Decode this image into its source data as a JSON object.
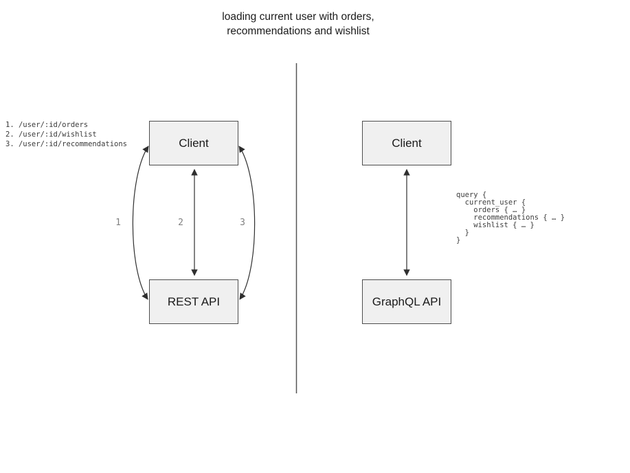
{
  "title": {
    "line1": "loading current user with orders,",
    "line2": "recommendations and wishlist"
  },
  "rest_panel": {
    "endpoints": [
      "1. /user/:id/orders",
      "2. /user/:id/wishlist",
      "3. /user/:id/recommendations"
    ],
    "client_node_label": "Client",
    "api_node_label": "REST API",
    "arrow_labels": [
      "1",
      "2",
      "3"
    ]
  },
  "graphql_panel": {
    "client_node_label": "Client",
    "api_node_label": "GraphQL API",
    "query_lines": [
      "query {",
      "  current_user {",
      "    orders { … }",
      "    recommendations { … }",
      "    wishlist { … }",
      "  }",
      "}"
    ]
  },
  "colors": {
    "node_fill": "#f0f0f0",
    "node_border": "#4d4d4d",
    "arrow": "#2f2f2f",
    "divider": "#555555",
    "arrow_label_gray": "#808080",
    "code_text": "#3d3d3d"
  }
}
